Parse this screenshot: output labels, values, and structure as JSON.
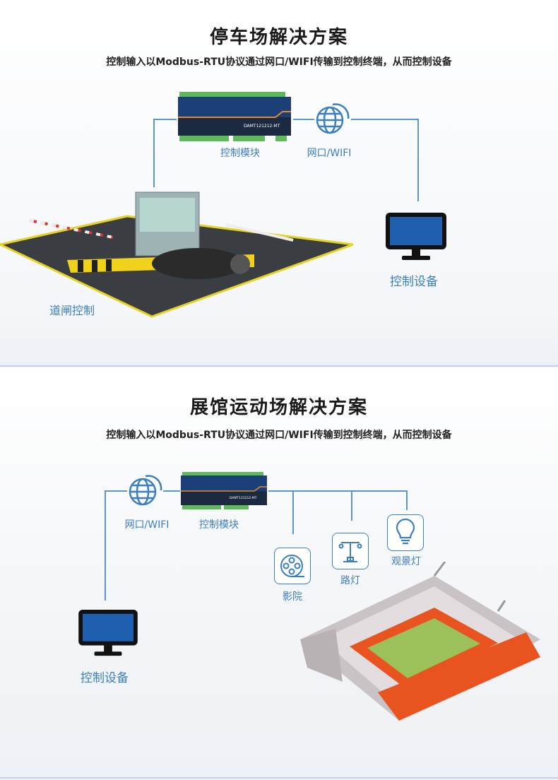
{
  "section1": {
    "title": "停车场解决方案",
    "subtitle": "控制输入以Modbus-RTU协议通过网口/WIFI传输到控制终端，从而控制设备",
    "module_label": "控制模块",
    "module_model": "DAMT121212-MT",
    "network_label": "网口/WIFI",
    "device_label": "控制设备",
    "gate_label": "道闸控制"
  },
  "section2": {
    "title": "展馆运动场解决方案",
    "subtitle": "控制输入以Modbus-RTU协议通过网口/WIFI传输到控制终端，从而控制设备",
    "network_label": "网口/WIFI",
    "module_label": "控制模块",
    "module_model": "DAMT121212-MT",
    "device_label": "控制设备",
    "endpoints": [
      {
        "label": "影院",
        "icon": "film-reel-icon"
      },
      {
        "label": "路灯",
        "icon": "street-lamp-icon"
      },
      {
        "label": "观景灯",
        "icon": "light-bulb-icon"
      }
    ]
  },
  "colors": {
    "accent": "#3b7fc0",
    "module_body": "#1c3a6e",
    "divider": "#c9cdf0"
  }
}
